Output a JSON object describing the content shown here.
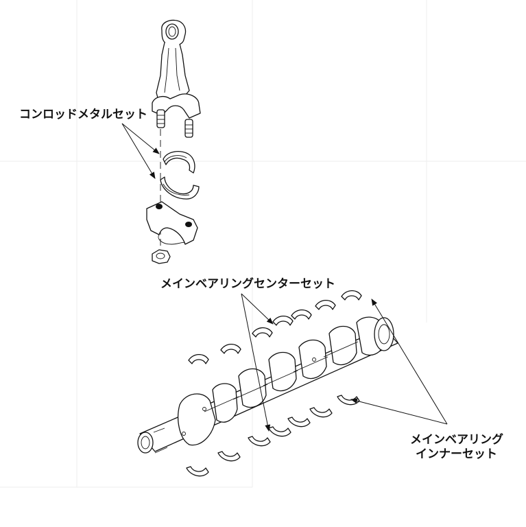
{
  "labels": {
    "conrod_metal_set": "コンロッドメタルセット",
    "main_bearing_center_set": "メインベアリングセンターセット",
    "main_bearing_inner_set_line1": "メインベアリング",
    "main_bearing_inner_set_line2": "インナーセット"
  }
}
